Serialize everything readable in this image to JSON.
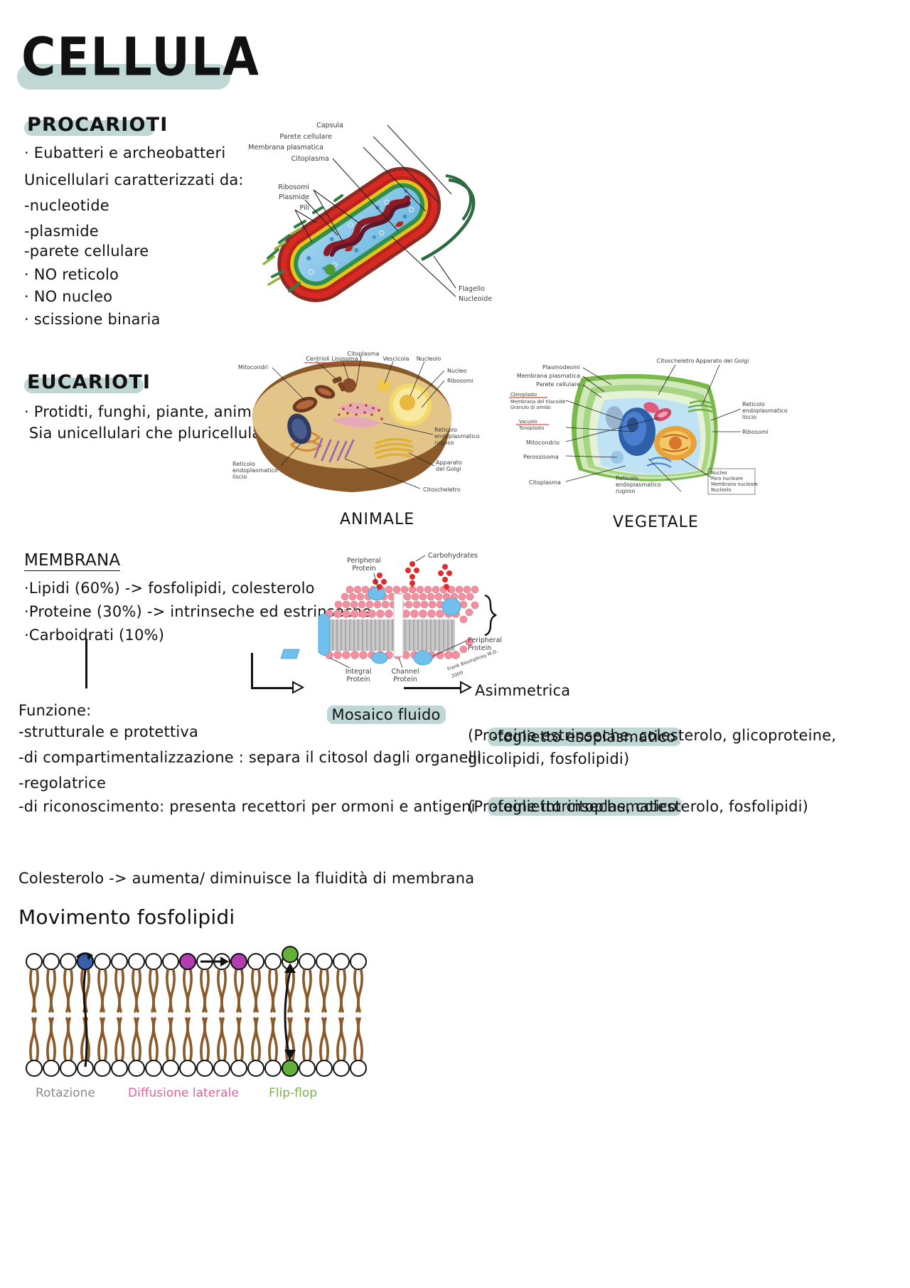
{
  "page": {
    "title": "CELLULA",
    "accent_highlight": "#bfd8d5"
  },
  "sections": {
    "procarioti": {
      "heading": "PROCARIOTI",
      "lines": [
        "· Eubatteri e archeobatteri",
        "Unicellulari caratterizzati da:",
        "-nucleotide",
        "-plasmide",
        "-parete cellulare",
        "· NO reticolo",
        "· NO nucleo",
        "· scissione binaria"
      ]
    },
    "eucarioti": {
      "heading": "EUCARIOTI",
      "lines": [
        "· Protidti, funghi, piante, animali",
        " Sia unicellulari che pluricellulari"
      ]
    },
    "membrana": {
      "heading": "MEMBRANA",
      "lines": [
        "·Lipidi (60%) -> fosfolipidi, colesterolo",
        "·Proteine (30%) -> intrinseche ed estrinseche",
        "·Carboidrati (10%)"
      ],
      "mosaico_label": "Mosaico fluido",
      "asimmetrica_label": "Asimmetrica",
      "foglietto_eso": "-foglietto esoplasmatico",
      "foglietto_eso_detail_1": "(Proteine estrinseche, colesterolo, glicoproteine,",
      "foglietto_eso_detail_2": "glicolipidi, fosfolipidi)",
      "foglietto_cito": "-foglietto citoplasmatico",
      "foglietto_cito_detail": "(Proteine intrinseche, colesterolo, fosfolipidi)"
    },
    "funzione": {
      "heading": "Funzione:",
      "lines": [
        "-strutturale e protettiva",
        "-di compartimentalizzazione : separa il citosol dagli organelli",
        "-regolatrice",
        "-di riconoscimento: presenta recettori per ormoni e antigeni"
      ]
    },
    "colesterolo_note": "Colesterolo -> aumenta/ diminuisce la fluidità di membrana",
    "movimento": {
      "heading": "Movimento fosfolipidi"
    }
  },
  "figures": {
    "prokaryote": {
      "caption": "",
      "labels_left": [
        "Capsula",
        "Parete cellulare",
        "Membrana plasmatica",
        "Citoplasma",
        "Ribosomi",
        "Plasmide",
        "Pili"
      ],
      "labels_right": [
        "Flagello",
        "Nucleoide"
      ]
    },
    "animal_cell": {
      "caption": "ANIMALE",
      "labels": [
        "Mitocondri",
        "Centrioli",
        "Lisosoma",
        "Citoplasma",
        "Vescicola",
        "Nucleolo",
        "Nucleo",
        "Ribosomi",
        "Reticolo endoplasmatico rugoso",
        "Apparato del Golgi",
        "Citoscheletro",
        "Reticolo endoplasmatico liscio"
      ]
    },
    "plant_cell": {
      "caption": "VEGETALE",
      "labels": [
        "Plasmodesmi",
        "Membrana plasmatica",
        "Parete cellulare",
        "Citoscheletro",
        "Apparato del Golgi",
        "Cloroplasto",
        "Membrana del tilacoide",
        "Granulo di amido",
        "Vacuolo",
        "Tonoplasto",
        "Mitocondrio",
        "Perossisoma",
        "Citoplasma",
        "Reticolo endoplasmatico liscio",
        "Ribosomi",
        "Reticolo endoplasmatico rugoso",
        "Nucleo",
        "Poro nucleare",
        "Membrana nucleare",
        "Nucleolo"
      ]
    },
    "membrane_model": {
      "labels": [
        "Peripheral Protein",
        "Carbohydrates",
        "Integral Protein",
        "Channel Protein",
        "Peripheral Protein"
      ],
      "credit": "Frank Boumphrey M.D. 2009"
    },
    "phospholipid_movement": {
      "labels": [
        "Rotazione",
        "Diffusione laterale",
        "Flip-flop"
      ],
      "label_colors": [
        "#8a8a8a",
        "#e0619d",
        "#7ab648"
      ]
    }
  }
}
